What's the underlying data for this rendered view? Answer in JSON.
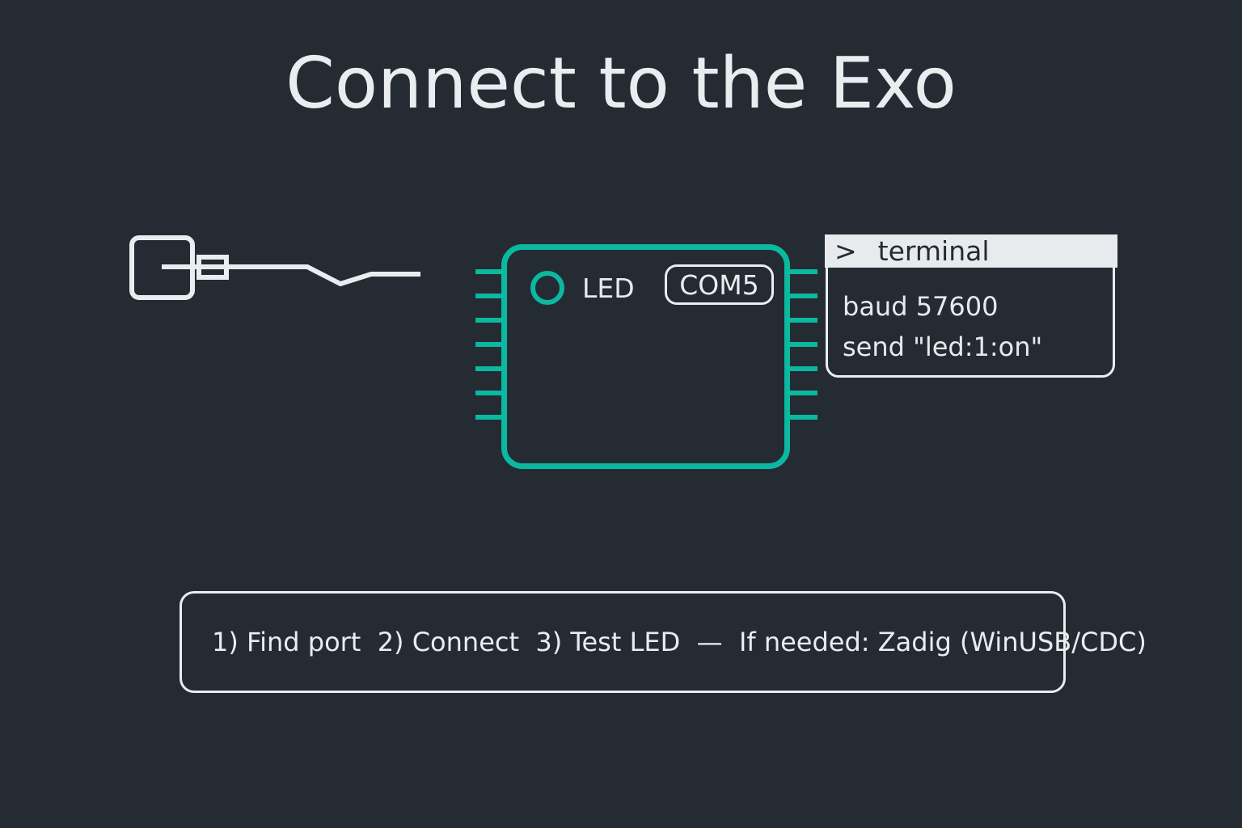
{
  "title": "Connect to the Exo",
  "colors": {
    "background": "#252b33",
    "accent_teal": "#0bb8a0",
    "light_stroke": "#e9edf0",
    "terminal_header_bg": "#e7ebee",
    "terminal_header_text": "#252b33"
  },
  "icons": {
    "usb": "usb-cable-icon",
    "led": "led-indicator-circle"
  },
  "chip": {
    "led_label": "LED",
    "port_badge": "COM5"
  },
  "terminal": {
    "prompt": ">",
    "title": "terminal",
    "lines": [
      "baud 57600",
      "send \"led:1:on\""
    ]
  },
  "instructions": "1) Find port  2) Connect  3) Test LED  —  If needed: Zadig (WinUSB/CDC)"
}
